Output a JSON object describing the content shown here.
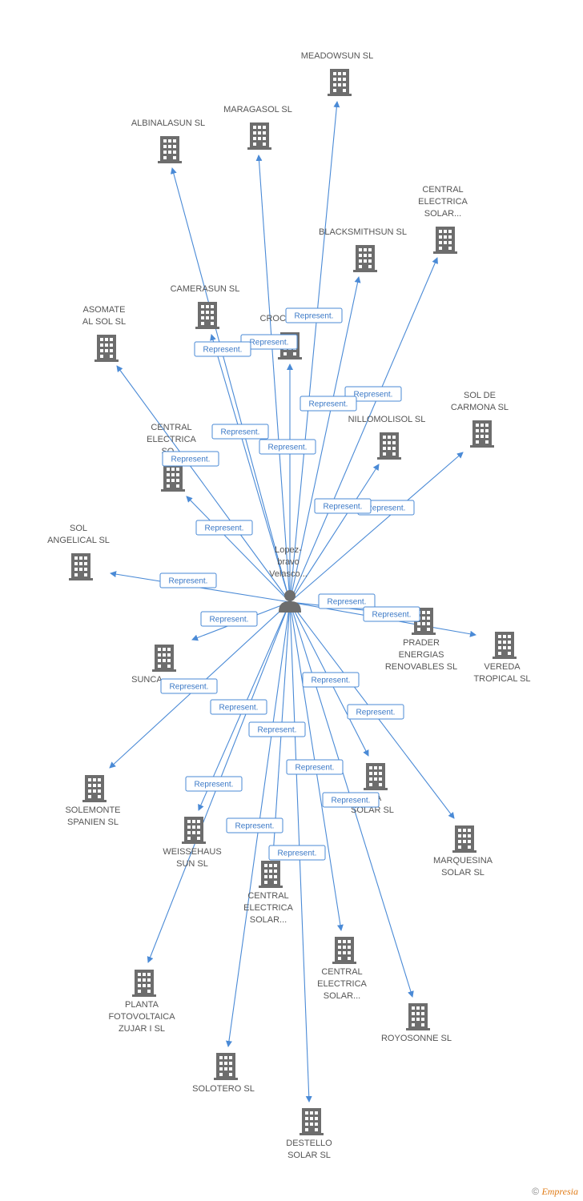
{
  "colors": {
    "edge": "#4a8ad6",
    "icon": "#6d6d6d",
    "label": "#555555"
  },
  "center": {
    "label": [
      "Lopez-",
      "bravo",
      "Velasco..."
    ],
    "icon": "person-icon"
  },
  "relation_label": "Represent.",
  "companies": [
    {
      "id": "meadowsun",
      "label": [
        "MEADOWSUN SL"
      ]
    },
    {
      "id": "maragasol",
      "label": [
        "MARAGASOL SL"
      ]
    },
    {
      "id": "albinalasun",
      "label": [
        "ALBINALASUN SL"
      ]
    },
    {
      "id": "central1",
      "label": [
        "CENTRAL",
        "ELECTRICA",
        "SOLAR..."
      ]
    },
    {
      "id": "blacksmithsun",
      "label": [
        "BLACKSMITHSUN SL"
      ]
    },
    {
      "id": "camerasun",
      "label": [
        "CAMERASUN SL"
      ]
    },
    {
      "id": "asomate",
      "label": [
        "ASOMATE",
        "AL SOL SL"
      ]
    },
    {
      "id": "croce",
      "label": [
        "CROCE..."
      ]
    },
    {
      "id": "sol_carmona",
      "label": [
        "SOL DE",
        "CARMONA SL"
      ]
    },
    {
      "id": "nillomolisol",
      "label": [
        "NILLOMOLISOL SL"
      ]
    },
    {
      "id": "central2",
      "label": [
        "CENTRAL",
        "ELECTRICA",
        "SO..."
      ]
    },
    {
      "id": "sol_angelical",
      "label": [
        "SOL",
        "ANGELICAL SL"
      ]
    },
    {
      "id": "prader",
      "label": [
        "PRADER",
        "ENERGIAS",
        "RENOVABLES SL"
      ]
    },
    {
      "id": "vereda",
      "label": [
        "VEREDA",
        "TROPICAL SL"
      ]
    },
    {
      "id": "sunca",
      "label": [
        "SUNCA..."
      ]
    },
    {
      "id": "solemonte",
      "label": [
        "SOLEMONTE",
        "SPANIEN SL"
      ]
    },
    {
      "id": "plata_solar",
      "label": [
        "...TA",
        "SOLAR SL"
      ]
    },
    {
      "id": "marquesina",
      "label": [
        "MARQUESINA",
        "SOLAR SL"
      ]
    },
    {
      "id": "weissehaus",
      "label": [
        "WEISSEHAUS",
        "SUN SL"
      ]
    },
    {
      "id": "central3",
      "label": [
        "CENTRAL",
        "ELECTRICA",
        "SOLAR..."
      ]
    },
    {
      "id": "central4",
      "label": [
        "CENTRAL",
        "ELECTRICA",
        "SOLAR..."
      ]
    },
    {
      "id": "planta",
      "label": [
        "PLANTA",
        "FOTOVOLTAICA",
        "ZUJAR I SL"
      ]
    },
    {
      "id": "royosonne",
      "label": [
        "ROYOSONNE SL"
      ]
    },
    {
      "id": "solotero",
      "label": [
        "SOLOTERO SL"
      ]
    },
    {
      "id": "destello",
      "label": [
        "DESTELLO",
        "SOLAR SL"
      ]
    }
  ],
  "footer": {
    "copyright": "©",
    "brand": "Empresia"
  }
}
